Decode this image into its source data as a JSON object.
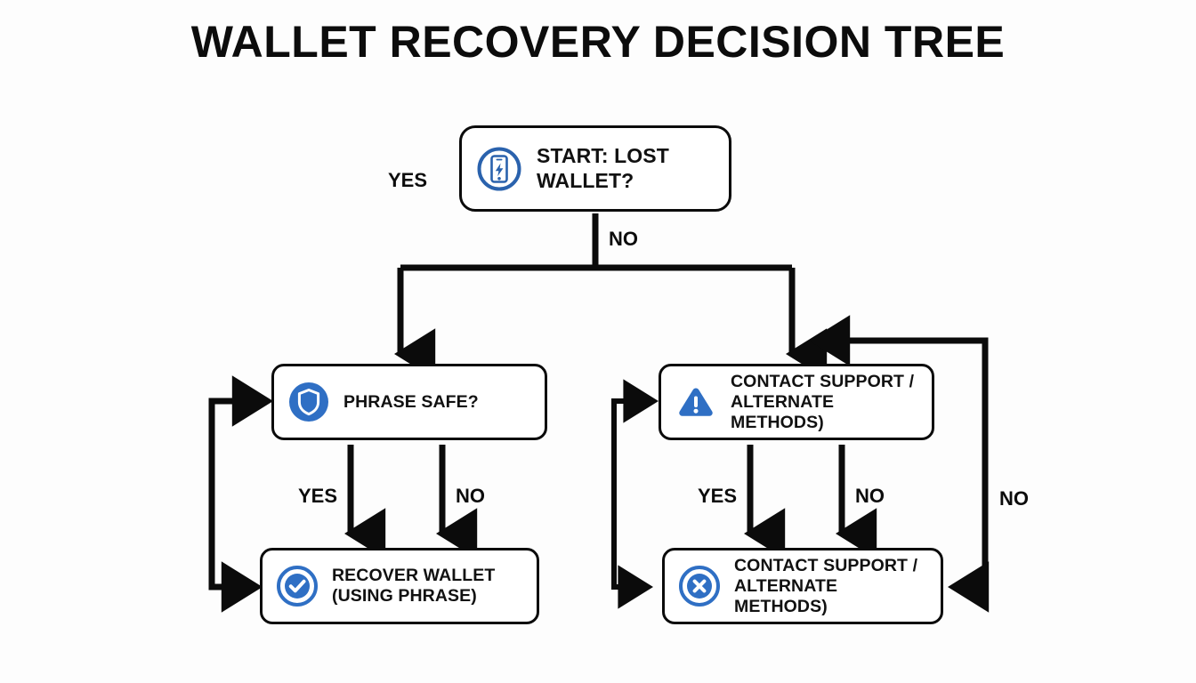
{
  "title": "WALLET RECOVERY DECISION TREE",
  "theme": {
    "background": "#fdfdfd",
    "line": "#0b0b0b",
    "node_fill": "#ffffff",
    "node_border": "#0b0b0b",
    "accent_blue": "#2f6fc4",
    "icon_blue_dark": "#2a62ad",
    "text": "#111111"
  },
  "diagram": {
    "type": "flowchart",
    "nodes": [
      {
        "id": "start",
        "label": "START: LOST\nWALLET?",
        "icon": "phone-lightning-icon"
      },
      {
        "id": "phrase-safe",
        "label": "PHRASE SAFE?",
        "icon": "shield-icon"
      },
      {
        "id": "contact-mid",
        "label": "CONTACT SUPPORT /\nALTERNATE METHODS)",
        "icon": "warning-triangle-icon"
      },
      {
        "id": "recover",
        "label": "RECOVER WALLET\n(USING PHRASE)",
        "icon": "check-circle-icon"
      },
      {
        "id": "contact-bottom",
        "label": "CONTACT SUPPORT /\nALTERNATE METHODS)",
        "icon": "x-circle-icon"
      }
    ],
    "edges": [
      {
        "id": "start-yes",
        "from": "start",
        "to": "phrase-safe",
        "label": "YES"
      },
      {
        "id": "start-no",
        "from": "start",
        "to": "contact-mid",
        "label": "NO"
      },
      {
        "id": "left-yes",
        "from": "phrase-safe",
        "to": "recover",
        "label": "YES"
      },
      {
        "id": "left-no",
        "from": "phrase-safe",
        "to": "recover",
        "label": "NO"
      },
      {
        "id": "right-yes",
        "from": "contact-mid",
        "to": "contact-bottom",
        "label": "YES"
      },
      {
        "id": "right-no",
        "from": "contact-mid",
        "to": "contact-bottom",
        "label": "NO"
      },
      {
        "id": "loop-no",
        "from": "contact-mid",
        "to": "contact-bottom",
        "label": "NO"
      }
    ]
  }
}
